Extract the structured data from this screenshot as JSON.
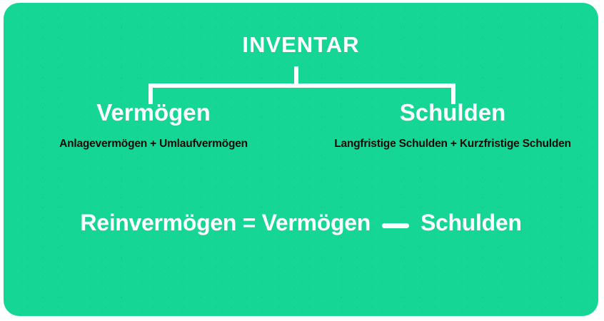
{
  "canvas": {
    "background_color": "#ffffff",
    "card_color": "#16d696",
    "connector_color": "#ffffff",
    "heading_text_color": "#ffffff",
    "sublabel_text_color": "#0b0b0b"
  },
  "diagram": {
    "root": {
      "label": "INVENTAR"
    },
    "branches": [
      {
        "label": "Vermögen",
        "sublabel": "Anlagevermögen + Umlaufvermögen"
      },
      {
        "label": "Schulden",
        "sublabel": "Langfristige Schulden + Kurzfristige Schulden"
      }
    ],
    "formula": {
      "left": "Reinvermögen = Vermögen",
      "operator": "minus",
      "right": "Schulden"
    }
  }
}
